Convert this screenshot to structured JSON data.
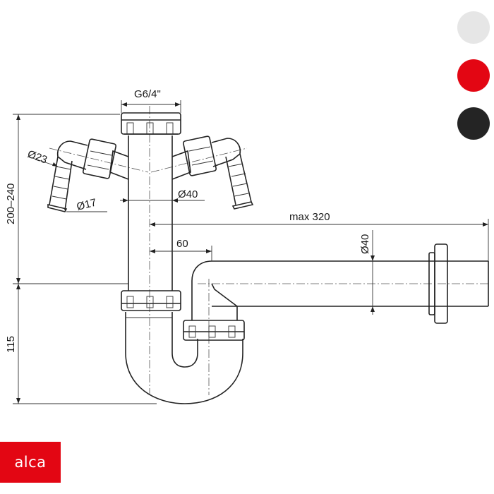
{
  "diagram": {
    "labels": {
      "thread": "G6/4\"",
      "inlet_large": "Ø23",
      "inlet_small": "Ø17",
      "pipe_vertical": "Ø40",
      "pipe_horizontal": "Ø40",
      "length_max": "max 320",
      "offset": "60",
      "height_upper": "200–240",
      "height_lower": "115"
    },
    "line_color": "#222222"
  },
  "swatches": [
    {
      "name": "white",
      "color": "#e6e6e6"
    },
    {
      "name": "red",
      "color": "#e30613"
    },
    {
      "name": "black",
      "color": "#242424"
    }
  ],
  "logo": {
    "text": "alca",
    "color": "#e30613"
  }
}
